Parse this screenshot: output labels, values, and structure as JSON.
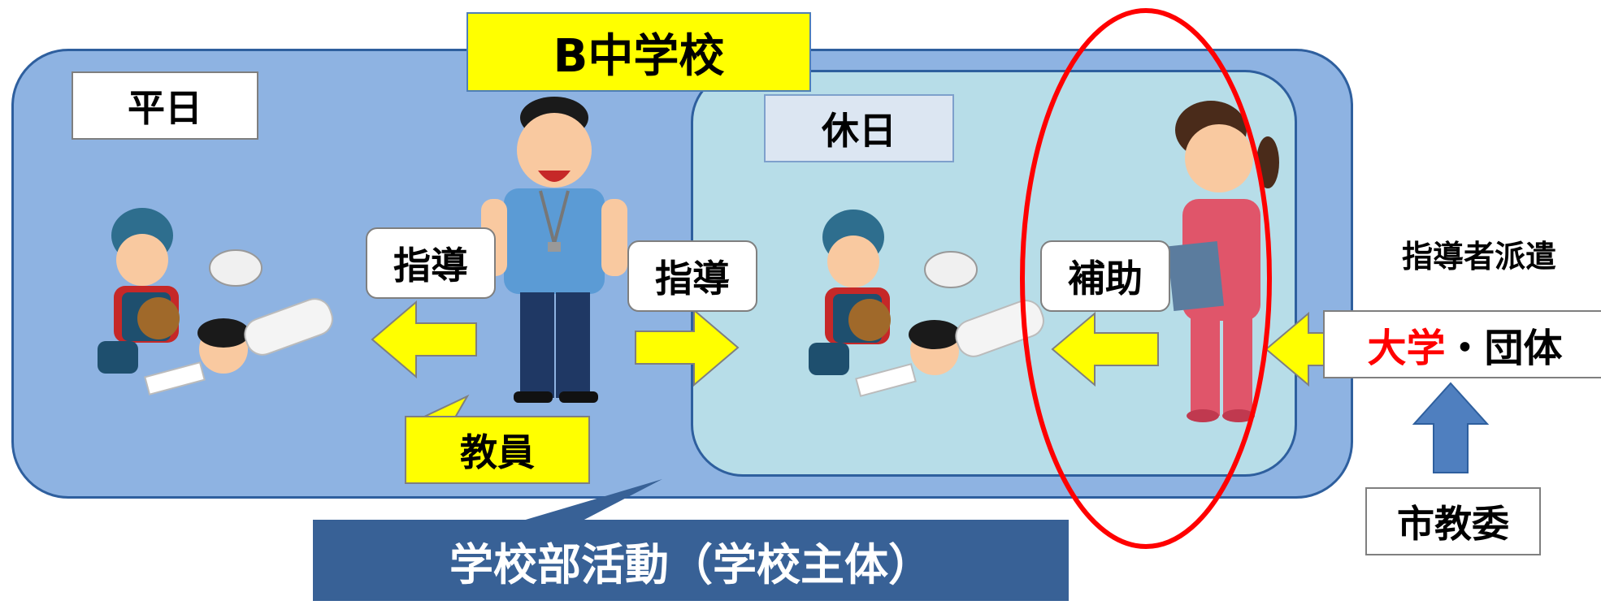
{
  "title": "B中学校",
  "weekday_label": "平日",
  "holiday_label": "休日",
  "guidance_label_left": "指導",
  "guidance_label_middle": "指導",
  "support_label": "補助",
  "teacher_label": "教員",
  "footer_label": "学校部活動（学校主体）",
  "dispatch_label": "指導者派遣",
  "university_label_red": "大学",
  "university_label_rest": "・団体",
  "board_label": "市教委",
  "colors": {
    "outer_panel": "#8eb3e2",
    "inner_panel": "#b7dde8",
    "highlight_yellow": "#ffff00",
    "footer_navy": "#386196",
    "red_ellipse": "#ff0000",
    "blue_arrow": "#4f7fbf"
  },
  "icons": [
    "catcher-runner-illustration",
    "teacher-coach-illustration",
    "female-assistant-coach-illustration",
    "yellow-arrow-left-icon",
    "yellow-arrow-right-icon",
    "blue-arrow-up-icon"
  ]
}
